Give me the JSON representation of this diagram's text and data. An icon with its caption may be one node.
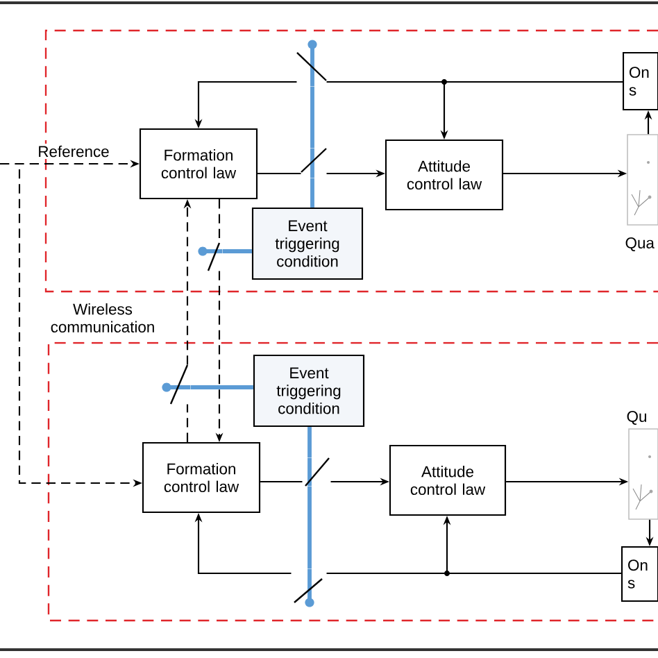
{
  "diagram": {
    "nodes": [
      {
        "text": [
          "On s"
        ]
      },
      {
        "text": [
          "Formation control law"
        ]
      },
      {
        "text": [
          "Attitude control law"
        ]
      },
      {
        "text": [],
        "shape": "picture",
        "beside": [
          "Qua"
        ]
      },
      {
        "text": [
          "Event triggering condition"
        ]
      },
      {
        "text": [
          "Event triggering condition"
        ]
      },
      {
        "text": [],
        "shape": "picture",
        "beside": [
          "Qu"
        ]
      },
      {
        "text": [
          "Formation control law"
        ]
      },
      {
        "text": [
          "Attitude control law"
        ]
      },
      {
        "text": [
          "On s"
        ]
      },
      {
        "text": [],
        "shape": "switch"
      },
      {
        "text": [],
        "shape": "switch"
      },
      {
        "text": [],
        "shape": "switch"
      },
      {
        "text": [],
        "shape": "switch"
      },
      {
        "text": [],
        "shape": "switch"
      },
      {
        "text": [],
        "shape": "switch"
      }
    ],
    "edges": [
      {
        "from": null,
        "to": 1,
        "arrow": "to",
        "style": "dashed",
        "label": "Reference"
      },
      {
        "from": null,
        "to": 7,
        "arrow": "to",
        "style": "dashed"
      },
      {
        "from": 1,
        "to": 11,
        "arrow": "none"
      },
      {
        "from": 11,
        "to": 2,
        "arrow": "to"
      },
      {
        "from": 2,
        "to": 3,
        "arrow": "to"
      },
      {
        "from": 3,
        "to": 0,
        "arrow": "to"
      },
      {
        "from": 0,
        "to": 2,
        "arrow": "to"
      },
      {
        "from": 0,
        "to": 10,
        "arrow": "none"
      },
      {
        "from": 10,
        "to": 1,
        "arrow": "to"
      },
      {
        "from": 1,
        "to": 12,
        "arrow": "none",
        "style": "dashed"
      },
      {
        "from": 12,
        "to": 7,
        "arrow": "to",
        "style": "dashed"
      },
      {
        "from": 7,
        "to": 13,
        "arrow": "none",
        "style": "dashed"
      },
      {
        "from": 13,
        "to": 1,
        "arrow": "to",
        "style": "dashed"
      },
      {
        "from": 4,
        "to": 11,
        "arrow": "none",
        "style": "thick",
        "color": "#5b9bd5"
      },
      {
        "from": 11,
        "to": 10,
        "arrow": "none",
        "style": "thick",
        "color": "#5b9bd5"
      },
      {
        "from": 4,
        "to": 12,
        "arrow": "none",
        "style": "thick",
        "color": "#5b9bd5"
      },
      {
        "from": 7,
        "to": 14,
        "arrow": "none"
      },
      {
        "from": 14,
        "to": 8,
        "arrow": "to"
      },
      {
        "from": 8,
        "to": 6,
        "arrow": "to"
      },
      {
        "from": 6,
        "to": 9,
        "arrow": "to"
      },
      {
        "from": 9,
        "to": 8,
        "arrow": "to"
      },
      {
        "from": 9,
        "to": 15,
        "arrow": "none"
      },
      {
        "from": 15,
        "to": 7,
        "arrow": "to"
      },
      {
        "from": 5,
        "to": 13,
        "arrow": "none",
        "style": "thick",
        "color": "#5b9bd5"
      },
      {
        "from": 5,
        "to": 14,
        "arrow": "none",
        "style": "thick",
        "color": "#5b9bd5"
      },
      {
        "from": 14,
        "to": 15,
        "arrow": "none",
        "style": "thick",
        "color": "#5b9bd5"
      }
    ],
    "labels": [
      "Wireless communication"
    ]
  }
}
